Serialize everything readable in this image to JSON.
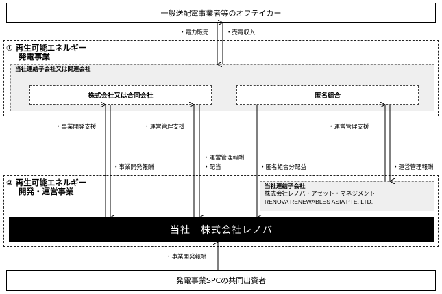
{
  "top_box": "一般送配電事業者等のオフテイカー",
  "bottom_box": "発電事業SPCの共同出資者",
  "flows_top": {
    "power_sale": "・電力販売",
    "power_income": "・売電収入"
  },
  "section1": {
    "number": "①",
    "title_line1": "再生可能エネルギー",
    "title_line2": "発電事業",
    "group_label": "当社連結子会社又は関連会社",
    "box_left": "株式会社又は合同会社",
    "box_right": "匿名組合"
  },
  "section2": {
    "number": "②",
    "title_line1": "再生可能エネルギー",
    "title_line2": "開発・運営事業",
    "sub_label": "当社連結子会社",
    "sub_company1": "株式会社レノバ・アセット・マネジメント",
    "sub_company2": "RENOVA RENEWABLES ASIA PTE. LTD.",
    "main_bar": "当社　株式会社レノバ"
  },
  "flows_middle": {
    "dev_support": "・事業開発支援",
    "ops_support_left": "・運営管理支援",
    "ops_support_right": "・運営管理支援",
    "dev_fee": "・事業開発報酬",
    "ops_fee_left": "・運営管理報酬",
    "dividend": "・配当",
    "anon_distribution": "・匿名組合分配益",
    "ops_fee_right": "・運営管理報酬"
  },
  "flows_bottom": {
    "dev_fee_bottom": "・事業開発報酬"
  }
}
